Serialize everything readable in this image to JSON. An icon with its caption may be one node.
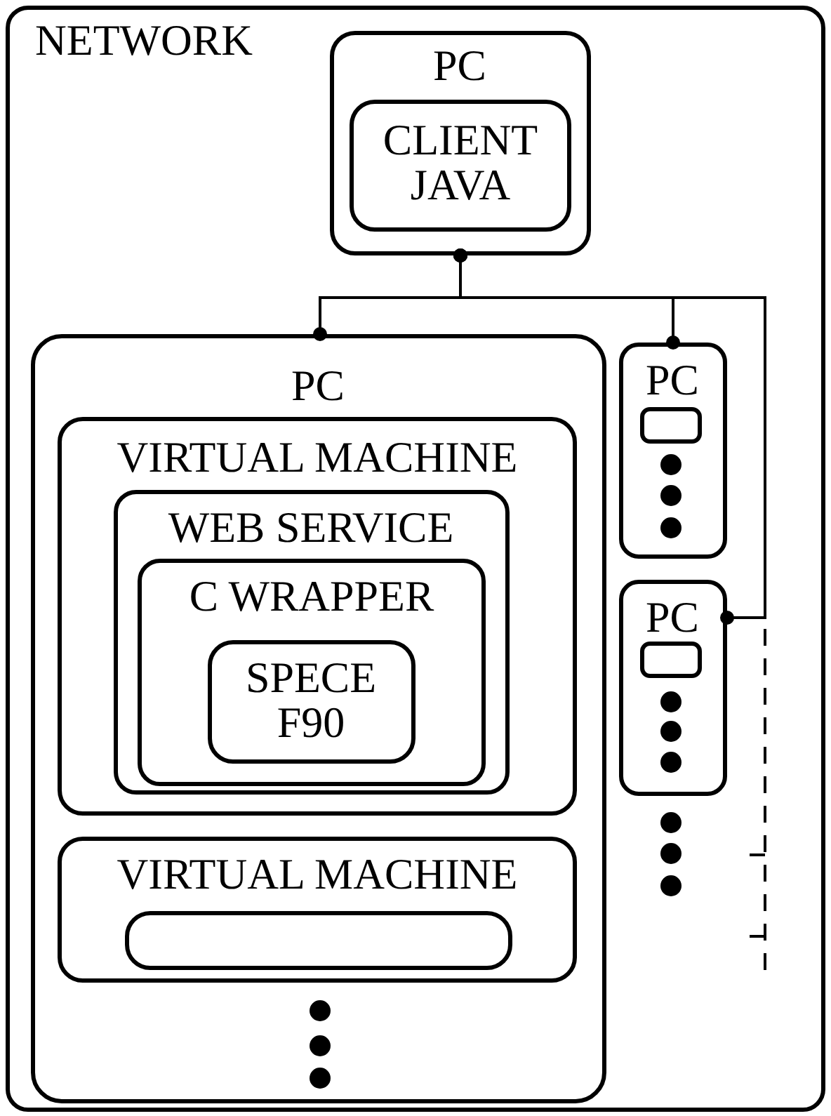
{
  "diagram": {
    "nodes": [
      {
        "text": [
          "NETWORK"
        ]
      },
      {
        "text": [
          "PC"
        ],
        "in": 0
      },
      {
        "text": [
          "CLIENT JAVA"
        ],
        "in": 1
      },
      {
        "text": [
          "PC"
        ],
        "in": 0
      },
      {
        "text": [
          "VIRTUAL MACHINE"
        ],
        "in": 3
      },
      {
        "text": [
          "WEB SERVICE"
        ],
        "in": 4
      },
      {
        "text": [
          "C WRAPPER"
        ],
        "in": 5
      },
      {
        "text": [
          "SPECE F90"
        ],
        "in": 6
      },
      {
        "text": [
          "VIRTUAL MACHINE"
        ],
        "in": 3
      },
      {
        "text": [],
        "shape": "box",
        "in": 8
      },
      {
        "text": [
          "PC"
        ],
        "in": 0
      },
      {
        "text": [],
        "shape": "box",
        "in": 10
      },
      {
        "text": [
          "PC"
        ],
        "in": 0
      },
      {
        "text": [],
        "shape": "box",
        "in": 12
      }
    ],
    "edges": [
      {
        "from": 1,
        "to": 3,
        "arrow": "other"
      },
      {
        "from": 1,
        "to": 10,
        "arrow": "other"
      },
      {
        "from": 1,
        "to": 12,
        "arrow": "other"
      }
    ]
  }
}
